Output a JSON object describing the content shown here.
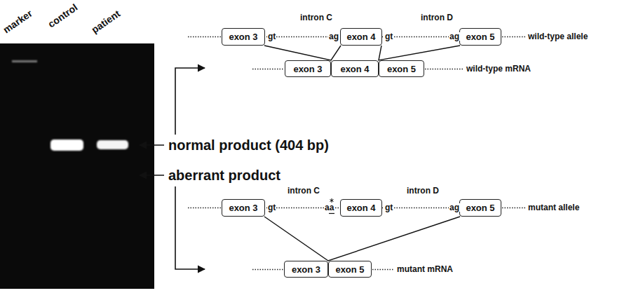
{
  "diagram": {
    "nodes": [
      {
        "text": [
          "exon 3"
        ]
      },
      {
        "text": [
          "exon 4"
        ]
      },
      {
        "text": [
          "exon 5"
        ]
      },
      {
        "text": [
          "exon 3"
        ]
      },
      {
        "text": [
          "exon 4"
        ]
      },
      {
        "text": [
          "exon 5"
        ]
      },
      {
        "text": [
          "exon 3"
        ]
      },
      {
        "text": [
          "exon 4"
        ]
      },
      {
        "text": [
          "exon 5"
        ]
      },
      {
        "text": [
          "exon 3"
        ]
      },
      {
        "text": [
          "exon 5"
        ]
      }
    ],
    "edges": [
      {
        "from": 0,
        "to": 1,
        "arrow": "none"
      },
      {
        "from": 1,
        "to": 2,
        "arrow": "none"
      },
      {
        "from": 6,
        "to": 8,
        "arrow": "none"
      }
    ],
    "labels": [
      "marker",
      "control",
      "patient",
      "intron C",
      "intron D",
      "gt",
      "ag",
      "gt",
      "ag",
      "wild-type allele",
      "wild-type mRNA",
      "normal product (404 bp)",
      "aberrant product",
      "intron C",
      "intron D",
      "gt",
      "aa",
      "gt",
      "ag",
      "mutant allele",
      "mutant mRNA"
    ]
  }
}
